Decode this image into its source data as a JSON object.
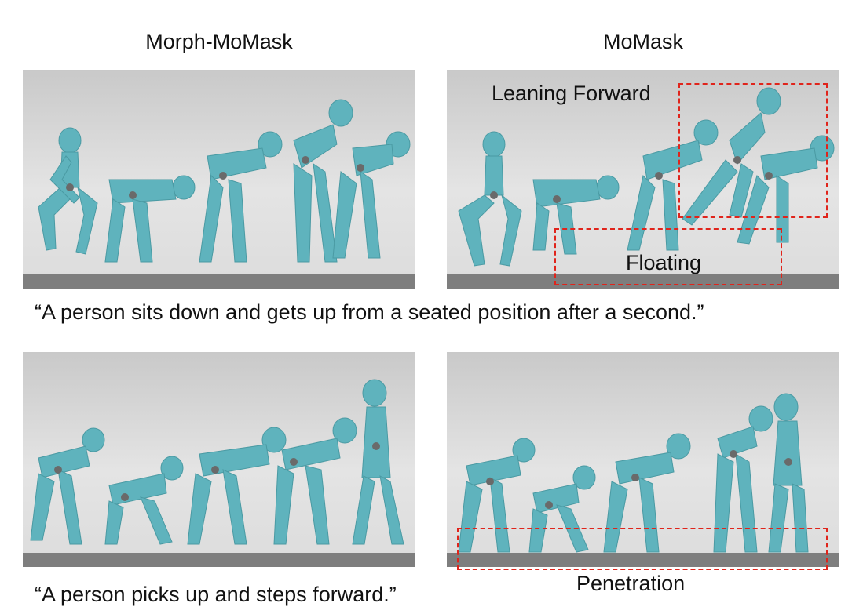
{
  "columns": {
    "left_title": "Morph-MoMask",
    "right_title": "MoMask"
  },
  "rows": [
    {
      "caption": "“A person sits down and gets up from a seated position after a second.”",
      "annotations": [
        "Leaning Forward",
        "Floating"
      ]
    },
    {
      "caption": "“A person picks up and steps forward.”",
      "annotations": [
        "Penetration"
      ]
    }
  ],
  "colors": {
    "figure": "#5fb3bd",
    "joint": "#6a6a6a",
    "ground": "#7e7e7e",
    "highlight": "#e0241b"
  }
}
